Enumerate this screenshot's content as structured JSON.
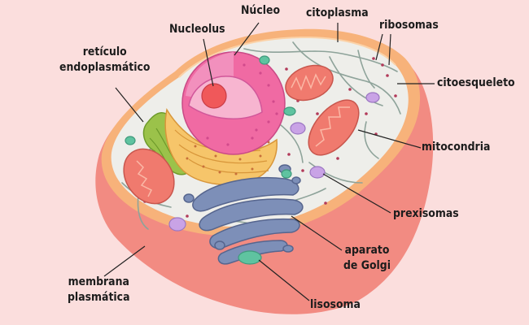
{
  "labels": {
    "nucleo": "Núcleo",
    "nucleolus": "Nucleolus",
    "citoplasma": "citoplasma",
    "ribosomas": "ribosomas",
    "reticulo_line1": "retículo",
    "reticulo_line2": "endoplasmático",
    "citoesqueleto": "citoesqueleto",
    "mitocondria": "mitocondria",
    "prexisomas": "prexisomas",
    "aparato_line1": "aparato",
    "aparato_line2": "de Golgi",
    "membrana_line1": "membrana",
    "membrana_line2": "plasmática",
    "lisosoma": "lisosoma"
  },
  "colors": {
    "background": "#fbdedd",
    "membrane": "#f28b82",
    "cytoplasm": "#eeeeea",
    "nucleus": "#f06aa3",
    "mitochondria": "#f07a6e",
    "golgi": "#7d8fb8",
    "er_rough": "#f6c56a",
    "er_smooth": "#9bc24a",
    "peroxisome": "#c9a3e6",
    "lysosome": "#5fc3a0"
  }
}
